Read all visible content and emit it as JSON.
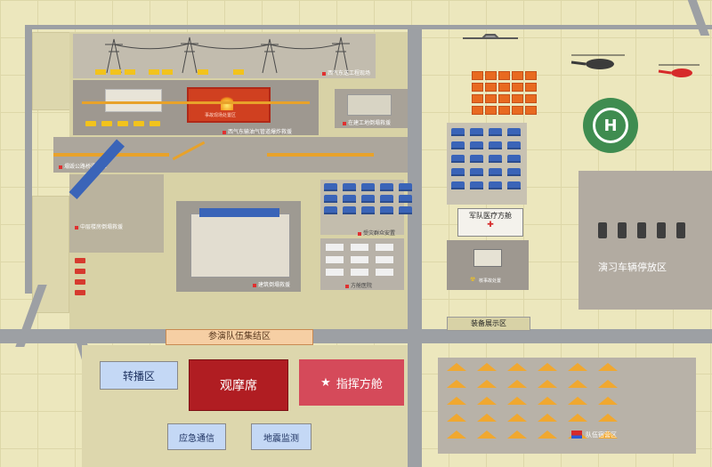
{
  "zones": {
    "west_east_pipeline_site": "西气东送工程现场",
    "pipeline_explosion_rescue": "西气东输油气管道爆炸救援",
    "construction_collapse": "在建工地倒塌救援",
    "highway_bridge_collapse": "塌毁公路桥梁抢修",
    "high_rise_collapse": "中层楼房倒塌救援",
    "building_collapse_rescue": "建筑倒塌救援",
    "disaster_relief_settlement": "受灾群众安置",
    "mobile_hospital": "方舱医院",
    "military_medical_cabin": "军队医疗方舱",
    "nuclear_disposal": "核事故处置",
    "equipment_display": "装备展示区",
    "drill_vehicle_parking": "演习车辆停放区",
    "team_assembly": "参演队伍集结区",
    "broadcast": "转播区",
    "viewing_stand": "观摩席",
    "command_cabin": "指挥方舱",
    "emergency_comms": "应急通信",
    "earthquake_monitor": "地震监测",
    "team_camp": "队伍宿营区",
    "fire_inner_label": "事故现场处置区"
  },
  "icons": {
    "star": "★",
    "helipad": "H",
    "red_cross": "✚",
    "radiation": "☢"
  },
  "colors": {
    "viewing": "#b01d22",
    "command": "#d54a5a",
    "label_blue": "#c4d8f5",
    "label_orange": "#f6cfa4",
    "road": "#9da0a4",
    "zone": "#b2aba1",
    "tent_blue": "#3a64b8",
    "tent_orange": "#f0a830"
  }
}
